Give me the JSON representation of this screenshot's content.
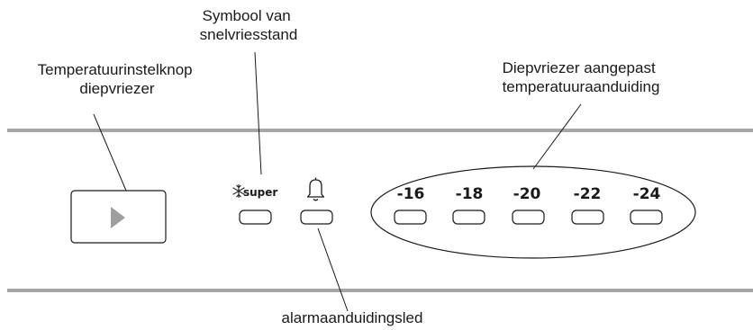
{
  "callouts": {
    "temp_button_label": [
      "Temperatuurinstelknop",
      "diepvriezer"
    ],
    "super_symbol_label": [
      "Symbool van",
      "snelvriesstand"
    ],
    "adjusted_temp_label": [
      "Diepvriezer aangepast",
      "temperatuuraanduiding"
    ],
    "alarm_led_label": [
      "alarmaanduidingsled"
    ]
  },
  "panel": {
    "super_label": "super",
    "super_icon": "snowflake-icon",
    "alarm_icon": "bell-icon",
    "temperatures": [
      "-16",
      "-18",
      "-20",
      "-22",
      "-24"
    ]
  },
  "colors": {
    "panel_rule": "#a6a6a6",
    "outline": "#1a1a1a",
    "button_fill": "#ffffff",
    "arrow": "#9e9e9e"
  }
}
